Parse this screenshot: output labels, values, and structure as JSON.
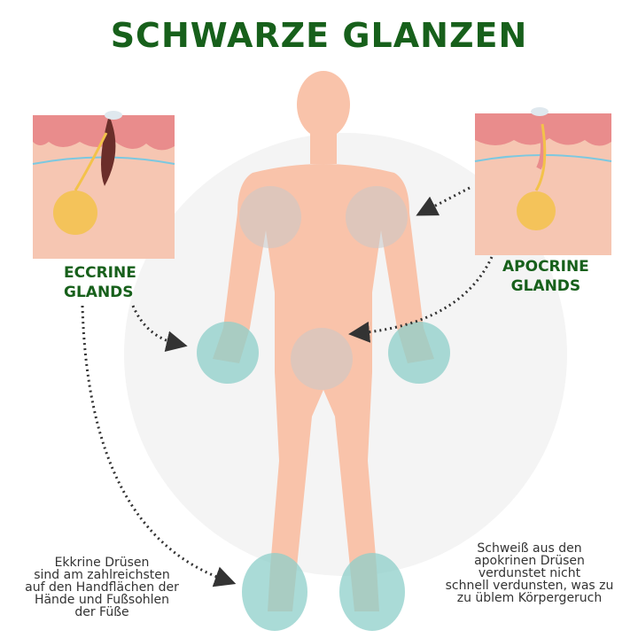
{
  "title": "SCHWARZE GLANZEN",
  "labels": {
    "eccrine": [
      "ECCRINE",
      "GLANDS"
    ],
    "apocrine": [
      "APOCRINE",
      "GLANDS"
    ]
  },
  "descriptions": {
    "eccrine": [
      "Ekkrine Drüsen",
      "sind am zahlreichsten",
      "auf den Handflächen der",
      "Hände und Fußsohlen",
      "der Füße"
    ],
    "apocrine": [
      "Schweiß aus den",
      "apokrinen Drüsen",
      "verdunstet nicht",
      "schnell verdunsten, was zu",
      "zu üblem Körpergeruch"
    ]
  },
  "colors": {
    "title": "#17601b",
    "skin": "#f9c3aa",
    "teal": "#8ecfc9",
    "gray": "#c8c8c8"
  }
}
